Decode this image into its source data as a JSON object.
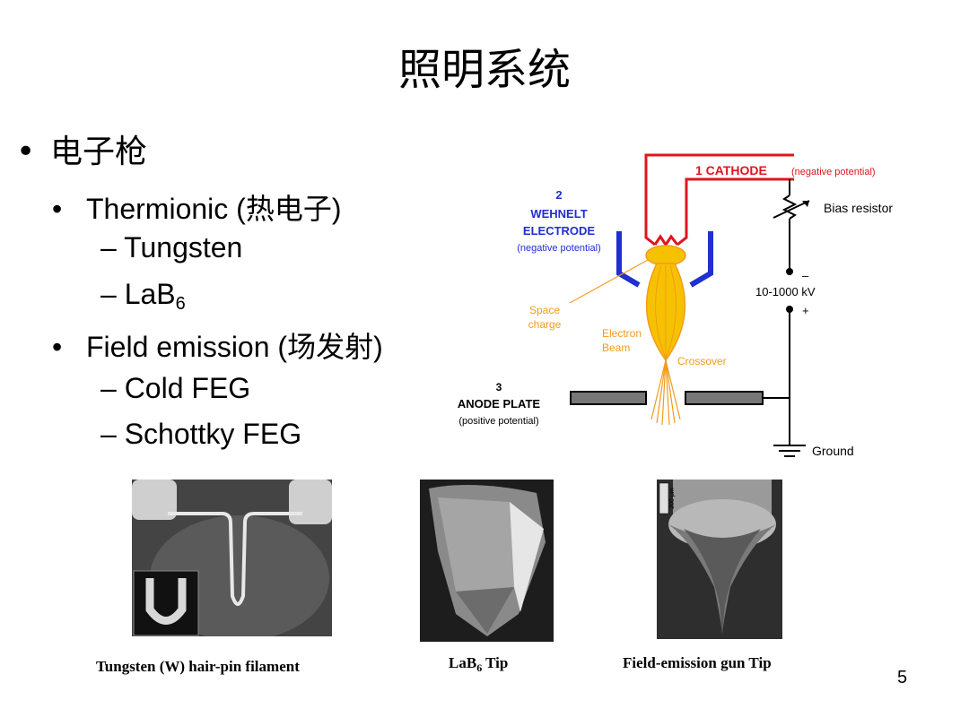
{
  "slide": {
    "title": "照明系统",
    "page_number": "5"
  },
  "bullets": {
    "level1": "电子枪",
    "thermionic": "Thermionic (热电子)",
    "tungsten": "– Tungsten",
    "lab6_prefix": "– LaB",
    "lab6_sub": "6",
    "field_emission": "Field emission (场发射)",
    "cold_feg": "– Cold FEG",
    "schottky_feg": "– Schottky FEG"
  },
  "diagram": {
    "cathode_label": "1  CATHODE",
    "cathode_note": "(negative potential)",
    "wehnelt_num": "2",
    "wehnelt_line1": "WEHNELT",
    "wehnelt_line2": "ELECTRODE",
    "wehnelt_note": "(negative potential)",
    "bias_resistor": "Bias resistor",
    "minus": "–",
    "voltage": "10-1000 kV",
    "plus": "+",
    "space_charge_1": "Space",
    "space_charge_2": "charge",
    "electron_beam_1": "Electron",
    "electron_beam_2": "Beam",
    "crossover": "Crossover",
    "anode_num": "3",
    "anode_label": "ANODE PLATE",
    "anode_note": "(positive potential)",
    "ground": "Ground",
    "colors": {
      "cathode": "#e0141e",
      "wehnelt": "#1f2fd0",
      "beam": "#f29b1e",
      "beam_fill": "#f6c200"
    }
  },
  "captions": {
    "tungsten": "Tungsten (W) hair-pin filament",
    "lab6_prefix": "LaB",
    "lab6_sub": "6",
    "lab6_suffix": " Tip",
    "feg": "Field-emission gun Tip"
  },
  "photo_labels": {
    "scale_bar": "200 μm"
  }
}
